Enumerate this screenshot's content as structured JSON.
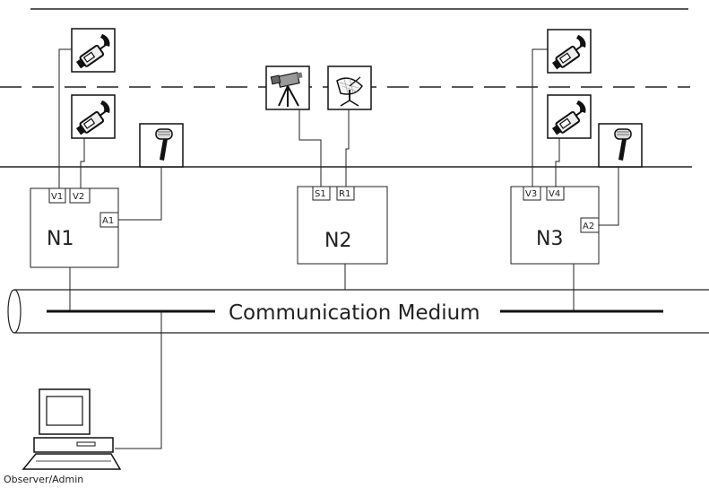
{
  "nodes": {
    "n1": {
      "label": "N1",
      "ports": {
        "v1": "V1",
        "v2": "V2",
        "a1": "A1"
      }
    },
    "n2": {
      "label": "N2",
      "ports": {
        "s1": "S1",
        "r1": "R1"
      }
    },
    "n3": {
      "label": "N3",
      "ports": {
        "v3": "V3",
        "v4": "V4",
        "a2": "A2"
      }
    }
  },
  "medium": {
    "label": "Communication Medium"
  },
  "observer": {
    "label": "Observer/Admin"
  },
  "icons": {
    "camera": "security-camera-icon",
    "microphone": "microphone-icon",
    "camcorder": "tripod-camcorder-icon",
    "antenna": "satellite-dish-icon",
    "computer": "desktop-computer-icon"
  },
  "colors": {
    "line": "#222222",
    "background": "#ffffff"
  }
}
